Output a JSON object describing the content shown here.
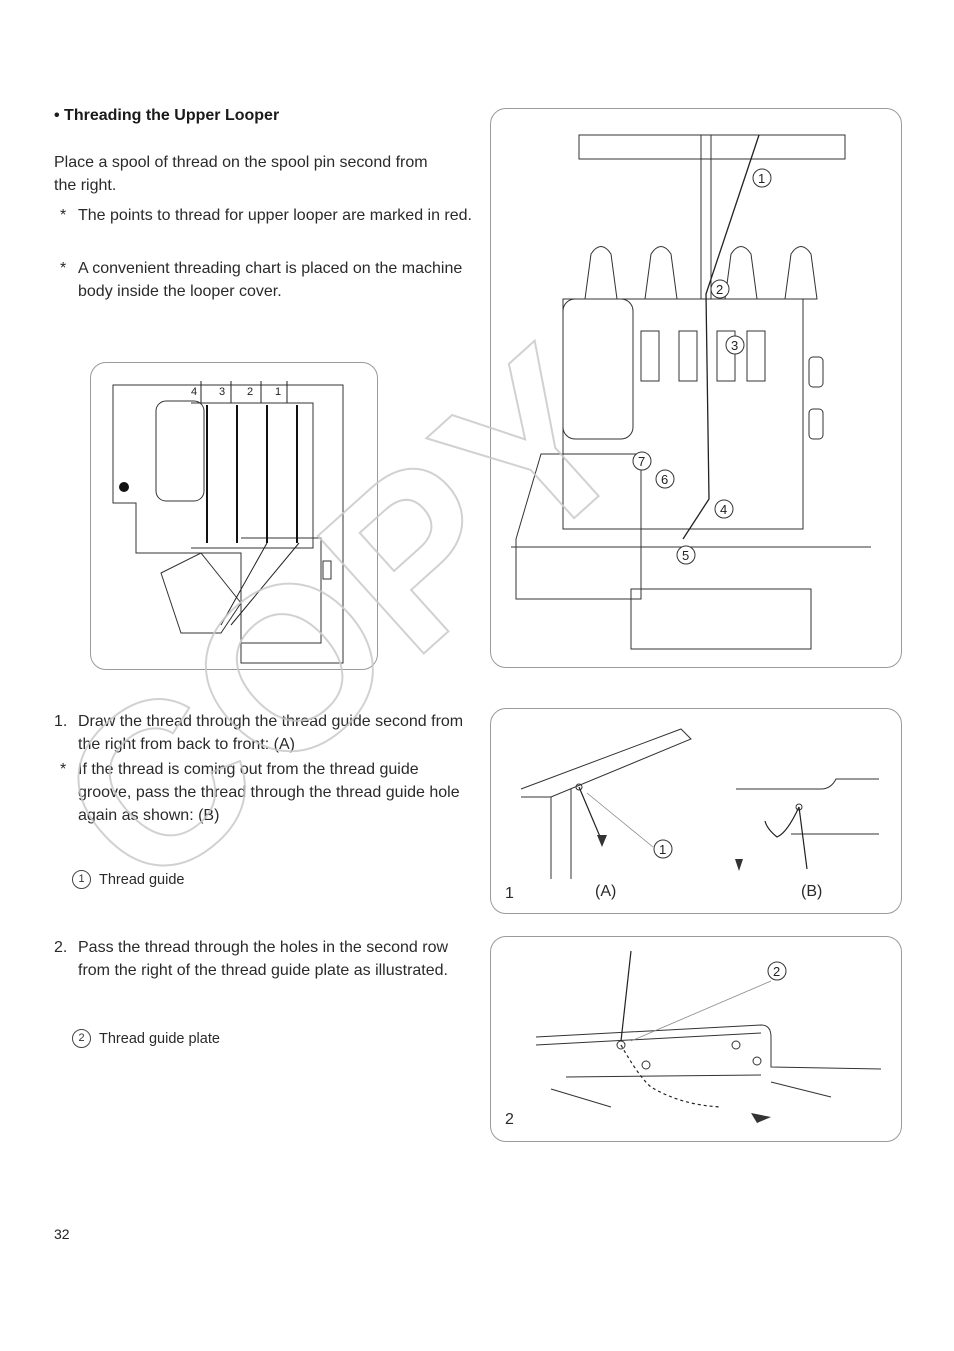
{
  "section_title": "• Threading the Upper Looper",
  "intro": "Place a spool of thread on the spool pin second from the right.",
  "notes": [
    {
      "mark": "*",
      "text": "The points to thread for upper looper are marked in red."
    },
    {
      "mark": "*",
      "text": "A convenient threading chart is placed on the machine body inside the looper cover."
    }
  ],
  "chart_labels": [
    "4",
    "3",
    "2",
    "1"
  ],
  "main_figure_callouts": [
    "1",
    "2",
    "3",
    "4",
    "5",
    "6",
    "7"
  ],
  "step1": {
    "num": "1.",
    "text": "Draw the thread through the thread guide second from the right from back to front: (A)",
    "note_mark": "*",
    "note": "If the thread is coming out from the thread guide groove, pass the thread through the thread guide hole again as shown: (B)",
    "caption_num": "1",
    "caption": "Thread guide",
    "fig_num": "1",
    "label_a": "(A)",
    "label_b": "(B)",
    "callout": "1"
  },
  "step2": {
    "num": "2.",
    "text": "Pass the thread through the holes in the second row from the right of the thread guide plate as illustrated.",
    "caption_num": "2",
    "caption": "Thread guide plate",
    "fig_num": "2",
    "callout": "2"
  },
  "watermark": "COPY",
  "page_number": "32"
}
